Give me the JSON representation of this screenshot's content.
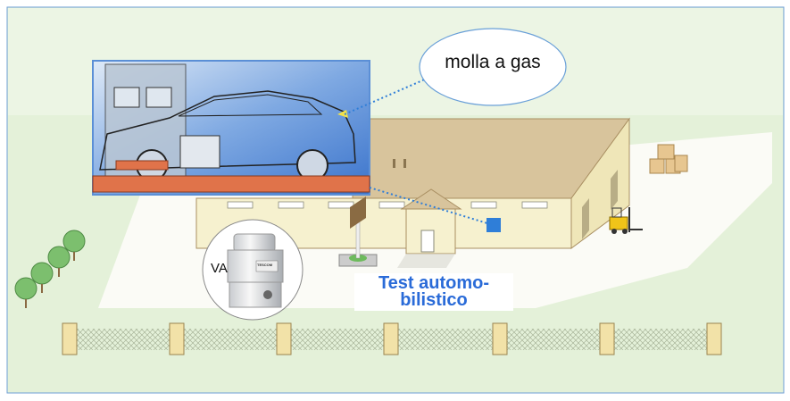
{
  "callout": {
    "label": "molla a gas"
  },
  "valve": {
    "label": "VA",
    "brand": "TESCOM"
  },
  "caption": {
    "line1": "Test automo-",
    "line2": "bilistico"
  },
  "colors": {
    "accent": "#2a6bd8",
    "grass": "#e3f0d8",
    "roof": "#d8c49c",
    "wall": "#f6f1cf",
    "inset_blue": "#4a86d6",
    "rail": "#e0734a"
  }
}
